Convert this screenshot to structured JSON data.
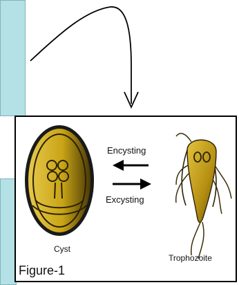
{
  "figure": {
    "encysting_label": "Encysting",
    "excysting_label": "Excysting",
    "cyst_label": "Cyst",
    "trophozoite_label": "Trophozoite",
    "figure_caption": "Figure-1"
  },
  "colors": {
    "panel_fill": "#b4e1e5",
    "organism_gold": "#c9a416",
    "organism_dark": "#5a4507"
  },
  "icons": [
    "cyst-illustration",
    "trophozoite-illustration",
    "left-arrow-icon",
    "right-arrow-icon",
    "curved-arrow"
  ]
}
